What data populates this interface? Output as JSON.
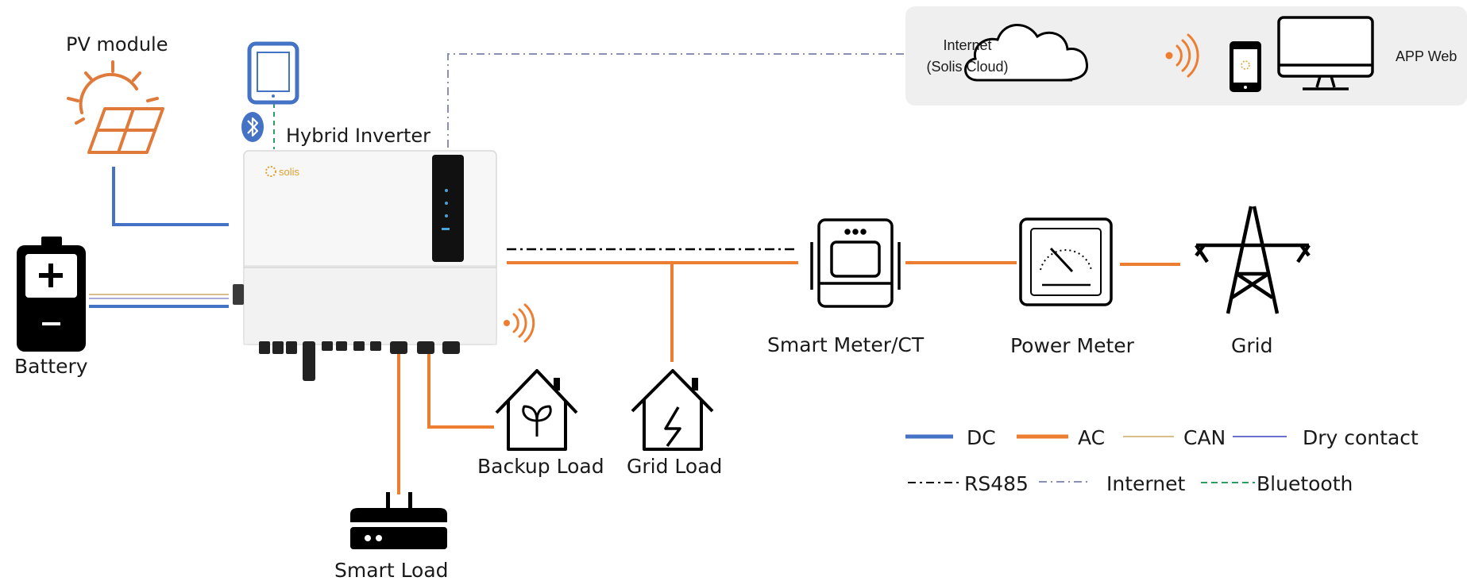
{
  "labels": {
    "pv_module": "PV module",
    "hybrid_inverter": "Hybrid Inverter",
    "battery": "Battery",
    "smart_meter": "Smart Meter/CT",
    "power_meter": "Power Meter",
    "grid": "Grid",
    "backup_load": "Backup Load",
    "grid_load": "Grid Load",
    "smart_load": "Smart Load",
    "internet_line1": "Internet",
    "internet_line2": "(Solis Cloud)",
    "app_web": "APP Web",
    "brand": "solis"
  },
  "legend": [
    {
      "label": "DC",
      "color": "#4472c4"
    },
    {
      "label": "AC",
      "color": "#ed7d31"
    },
    {
      "label": "CAN",
      "color": "#d9c08a"
    },
    {
      "label": "Dry contact",
      "color": "#3f3fbf"
    },
    {
      "label": "RS485",
      "color": "#000000"
    },
    {
      "label": "Internet",
      "color": "#8a8fb8"
    },
    {
      "label": "Bluetooth",
      "color": "#2e9e5e"
    }
  ],
  "colors": {
    "dc": "#4472c4",
    "ac": "#ed7d31",
    "can": "#d9c08a",
    "dry_contact": "#3f3fbf",
    "rs485": "#000000",
    "internet": "#8a8fb8",
    "bluetooth": "#2e9e5e",
    "cloud_panel": "#efefef"
  }
}
